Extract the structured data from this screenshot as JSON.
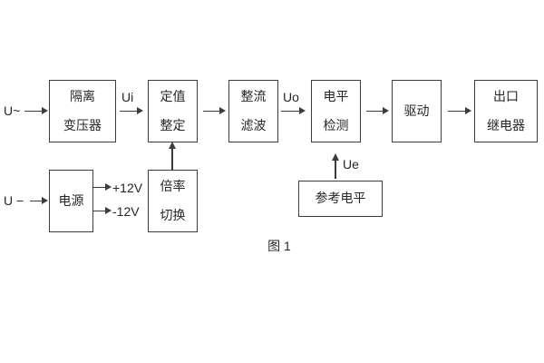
{
  "figure": {
    "caption": "图 1"
  },
  "diagram": {
    "boxes": [
      {
        "name": "isolation-transformer",
        "lines": [
          "隔离",
          "变压器"
        ]
      },
      {
        "name": "setpoint-adjust",
        "lines": [
          "定值",
          "整定"
        ]
      },
      {
        "name": "rectifier-filter",
        "lines": [
          "整流",
          "滤波"
        ]
      },
      {
        "name": "level-detection",
        "lines": [
          "电平",
          "检测"
        ]
      },
      {
        "name": "drive",
        "lines": [
          "驱动"
        ]
      },
      {
        "name": "output-relay",
        "lines": [
          "出口",
          "继电器"
        ]
      },
      {
        "name": "power-supply",
        "lines": [
          "电源"
        ]
      },
      {
        "name": "ratio-switch",
        "lines": [
          "倍率",
          "切换"
        ]
      },
      {
        "name": "reference-level",
        "lines": [
          "参考电平"
        ]
      }
    ],
    "labels": {
      "ac_input": "U~",
      "dc_input": "U −",
      "ui": "Ui",
      "uo": "Uo",
      "ue": "Ue",
      "rail_pos": "+12V",
      "rail_neg": "-12V"
    },
    "colors": {
      "line": "#3c3c3c",
      "text": "#262626",
      "background": "#ffffff"
    }
  }
}
